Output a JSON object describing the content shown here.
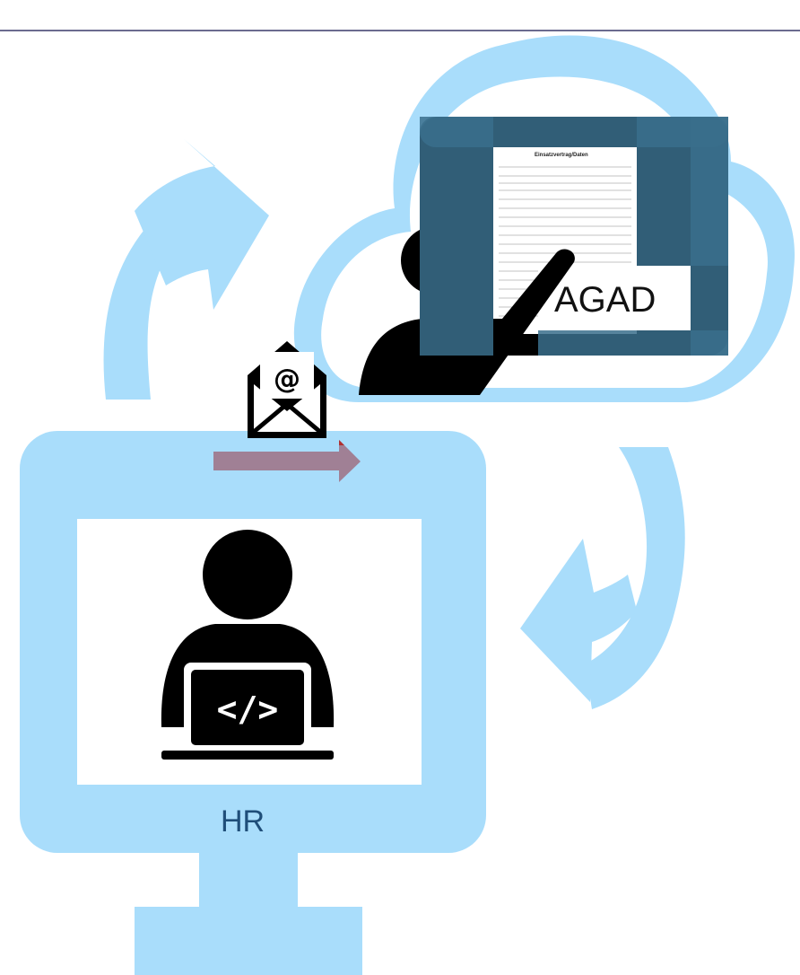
{
  "labels": {
    "agad": "AGAD",
    "hr": "HR",
    "document_title": "Einsatzvertrag/Daten"
  },
  "colors": {
    "light_blue": "#a9ddfb",
    "dark_overlay": "#3a6f8c",
    "black": "#000000",
    "arrow": "#a08095",
    "rule": "#3a3a6a"
  },
  "icons": {
    "email": "email-envelope-icon",
    "person_with_pointer": "presenter-icon",
    "developer": "developer-laptop-icon",
    "cloud": "cloud-icon",
    "monitor": "monitor-icon",
    "sync_arrows": "refresh-arrows-icon"
  }
}
